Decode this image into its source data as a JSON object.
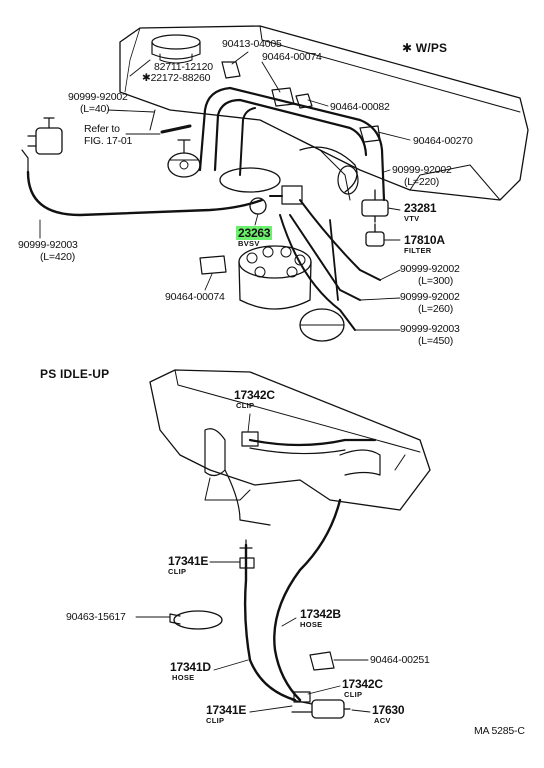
{
  "header": {
    "wps_label": "✱ W/PS"
  },
  "sections": {
    "ps_idle_up": "PS  IDLE-UP"
  },
  "refer": {
    "line1": "Refer to",
    "line2": "FIG. 17-01"
  },
  "footer": {
    "code": "MA  5285-C"
  },
  "highlight_color": "#6df06d",
  "parts": {
    "p82711": "82711-12120",
    "p22172": "✱22172-88260",
    "p90413": "90413-04005",
    "p90464_74a": "90464-00074",
    "p90464_82": "90464-00082",
    "p90464_270": "90464-00270",
    "p90999_40": "90999-92002",
    "p90999_40_len": "(L=40)",
    "p90999_220": "90999-92002",
    "p90999_220_len": "(L=220)",
    "p23281": "23281",
    "p23281_sub": "VTV",
    "p23263": "23263",
    "p23263_sub": "BVSV",
    "p17810": "17810A",
    "p17810_sub": "FILTER",
    "p90999_420": "90999-92003",
    "p90999_420_len": "(L=420)",
    "p90999_300": "90999-92002",
    "p90999_300_len": "(L=300)",
    "p90999_260": "90999-92002",
    "p90999_260_len": "(L=260)",
    "p90999_450": "90999-92003",
    "p90999_450_len": "(L=450)",
    "p90464_74b": "90464-00074",
    "p17342c_top": "17342C",
    "p17342c_top_sub": "CLIP",
    "p17341e_a": "17341E",
    "p17341e_a_sub": "CLIP",
    "p90463": "90463-15617",
    "p17342b": "17342B",
    "p17342b_sub": "HOSE",
    "p90464_251": "90464-00251",
    "p17341d": "17341D",
    "p17341d_sub": "HOSE",
    "p17342c_bot": "17342C",
    "p17342c_bot_sub": "CLIP",
    "p17341e_b": "17341E",
    "p17341e_b_sub": "CLIP",
    "p17630": "17630",
    "p17630_sub": "ACV"
  }
}
